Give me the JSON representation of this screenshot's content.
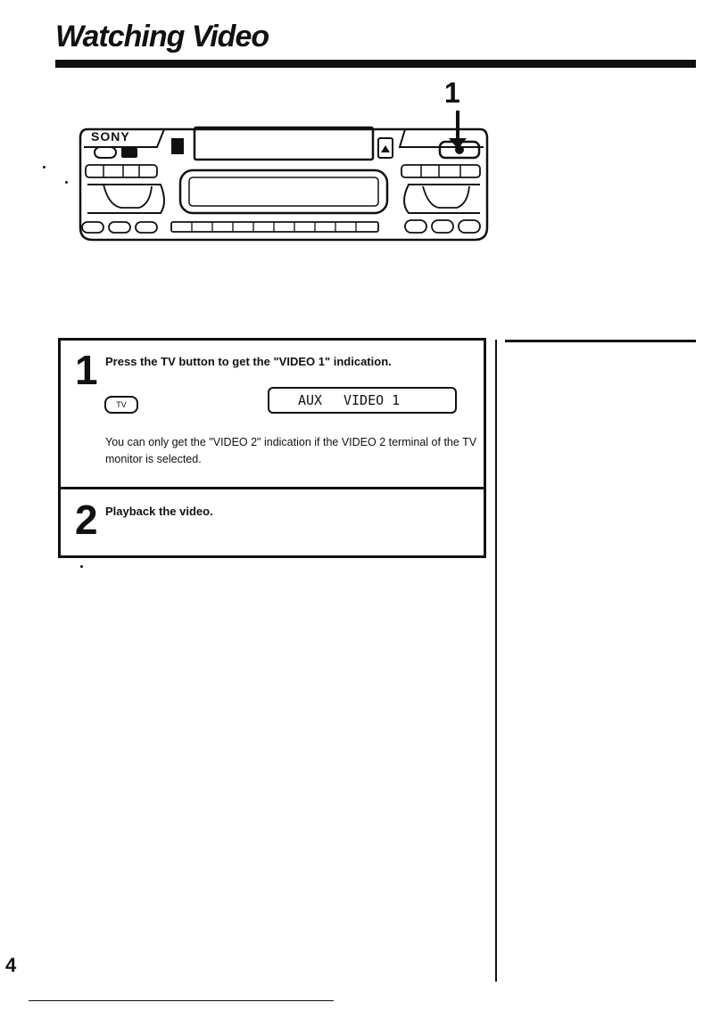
{
  "page": {
    "title": "Watching Video",
    "page_number": "4"
  },
  "illustration": {
    "callout_number": "1",
    "brand": "SONY"
  },
  "steps": [
    {
      "number": "1",
      "instruction": "Press the TV button to get the \"VIDEO 1\" indication.",
      "button_label": "TV",
      "display_text": {
        "left": "AUX",
        "right": "VIDEO 1"
      },
      "note": "You can only get the \"VIDEO 2\" indication if the VIDEO 2 terminal of the TV monitor is selected."
    },
    {
      "number": "2",
      "instruction": "Playback the video."
    }
  ],
  "colors": {
    "ink": "#111111",
    "paper": "#ffffff"
  }
}
